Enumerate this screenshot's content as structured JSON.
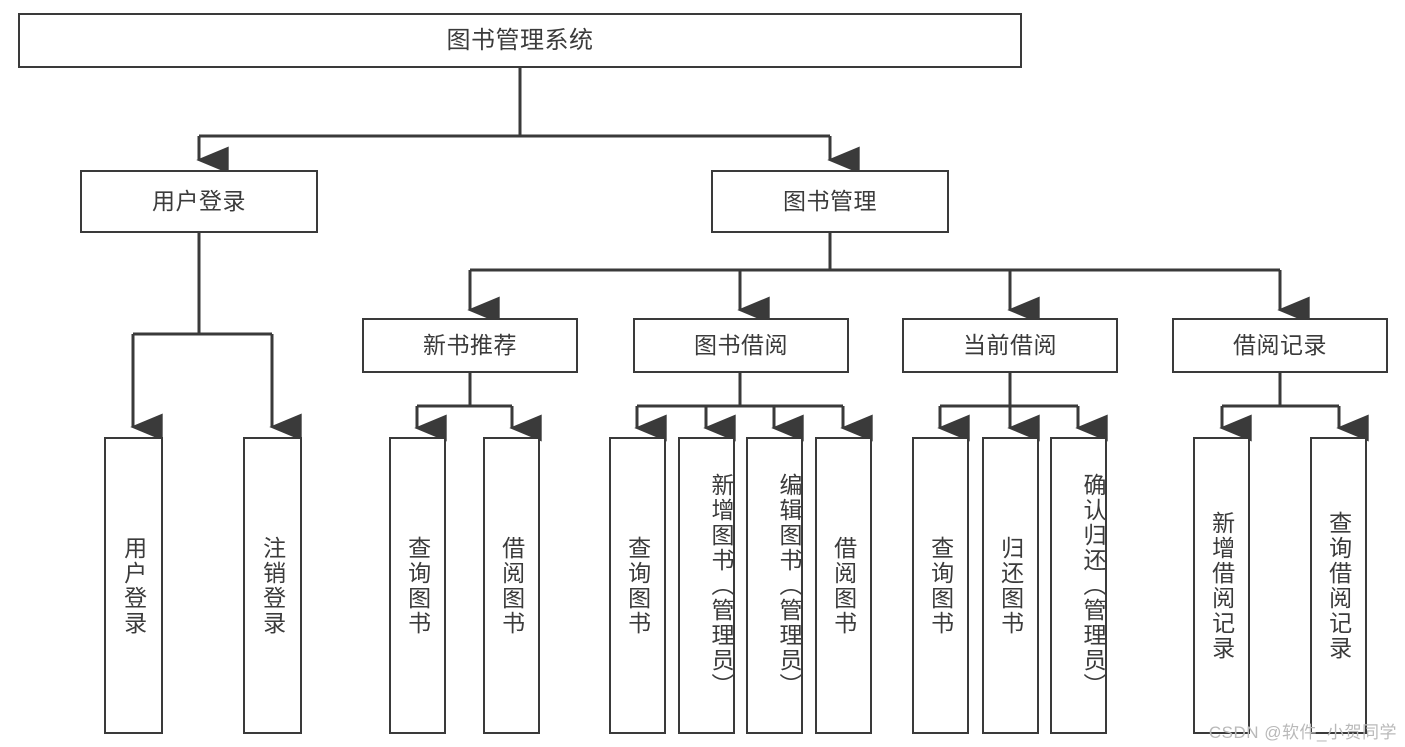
{
  "diagram": {
    "title": "图书管理系统",
    "type": "hierarchy-tree",
    "root": {
      "id": "root",
      "label": "图书管理系统"
    },
    "level2": [
      {
        "id": "user-login",
        "label": "用户登录"
      },
      {
        "id": "book-management",
        "label": "图书管理"
      }
    ],
    "level3": [
      {
        "id": "new-book-recommend",
        "label": "新书推荐",
        "parent": "book-management"
      },
      {
        "id": "book-borrow",
        "label": "图书借阅",
        "parent": "book-management"
      },
      {
        "id": "current-borrow",
        "label": "当前借阅",
        "parent": "book-management"
      },
      {
        "id": "borrow-record",
        "label": "借阅记录",
        "parent": "book-management"
      }
    ],
    "leaves": [
      {
        "id": "leaf-user-login",
        "label": "用户登录",
        "parent": "user-login"
      },
      {
        "id": "leaf-logout-login",
        "label": "注销登录",
        "parent": "user-login"
      },
      {
        "id": "leaf-query-book-1",
        "label": "查询图书",
        "parent": "new-book-recommend"
      },
      {
        "id": "leaf-borrow-book-1",
        "label": "借阅图书",
        "parent": "new-book-recommend"
      },
      {
        "id": "leaf-query-book-2",
        "label": "查询图书",
        "parent": "book-borrow"
      },
      {
        "id": "leaf-add-book",
        "label": "新增图书（管理员）",
        "parent": "book-borrow"
      },
      {
        "id": "leaf-edit-book",
        "label": "编辑图书（管理员）",
        "parent": "book-borrow"
      },
      {
        "id": "leaf-borrow-book-2",
        "label": "借阅图书",
        "parent": "book-borrow"
      },
      {
        "id": "leaf-query-book-3",
        "label": "查询图书",
        "parent": "current-borrow"
      },
      {
        "id": "leaf-return-book",
        "label": "归还图书",
        "parent": "current-borrow"
      },
      {
        "id": "leaf-confirm-return",
        "label": "确认归还（管理员）",
        "parent": "current-borrow"
      },
      {
        "id": "leaf-add-record",
        "label": "新增借阅记录",
        "parent": "borrow-record"
      },
      {
        "id": "leaf-query-record",
        "label": "查询借阅记录",
        "parent": "borrow-record"
      }
    ],
    "watermark": "CSDN @软件_小贺同学",
    "colors": {
      "border": "#3a3a3a",
      "text": "#3b3b3b",
      "background": "#ffffff",
      "watermark": "#b9b9b9"
    }
  }
}
